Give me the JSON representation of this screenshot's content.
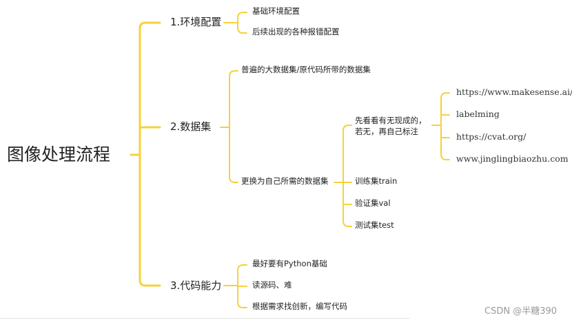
{
  "colors": {
    "connector": "#F5D13A",
    "text": "#222222",
    "watermark": "#9a9a9a"
  },
  "root": {
    "label": "图像处理流程"
  },
  "branches": [
    {
      "label": "1.环境配置",
      "children": [
        {
          "label": "基础环境配置"
        },
        {
          "label": "后续出现的各种报错配置"
        }
      ]
    },
    {
      "label": "2.数据集",
      "children": [
        {
          "label": "普遍的大数据集/原代码所带的数据集"
        },
        {
          "label": "更换为自己所需的数据集",
          "children": [
            {
              "label": "先看看有无现成的，若无，再自己标注",
              "children": [
                {
                  "label": "https://www.makesense.ai/"
                },
                {
                  "label": "labelming"
                },
                {
                  "label": "https://cvat.org/"
                },
                {
                  "label": "www.jinglingbiaozhu.com"
                }
              ]
            },
            {
              "label": "训练集train"
            },
            {
              "label": "验证集val"
            },
            {
              "label": "测试集test"
            }
          ]
        }
      ]
    },
    {
      "label": "3.代码能力",
      "children": [
        {
          "label": "最好要有Python基础"
        },
        {
          "label": "读源码、难"
        },
        {
          "label": "根据需求找创新，编写代码"
        }
      ]
    }
  ],
  "watermark": "CSDN @半糖390"
}
